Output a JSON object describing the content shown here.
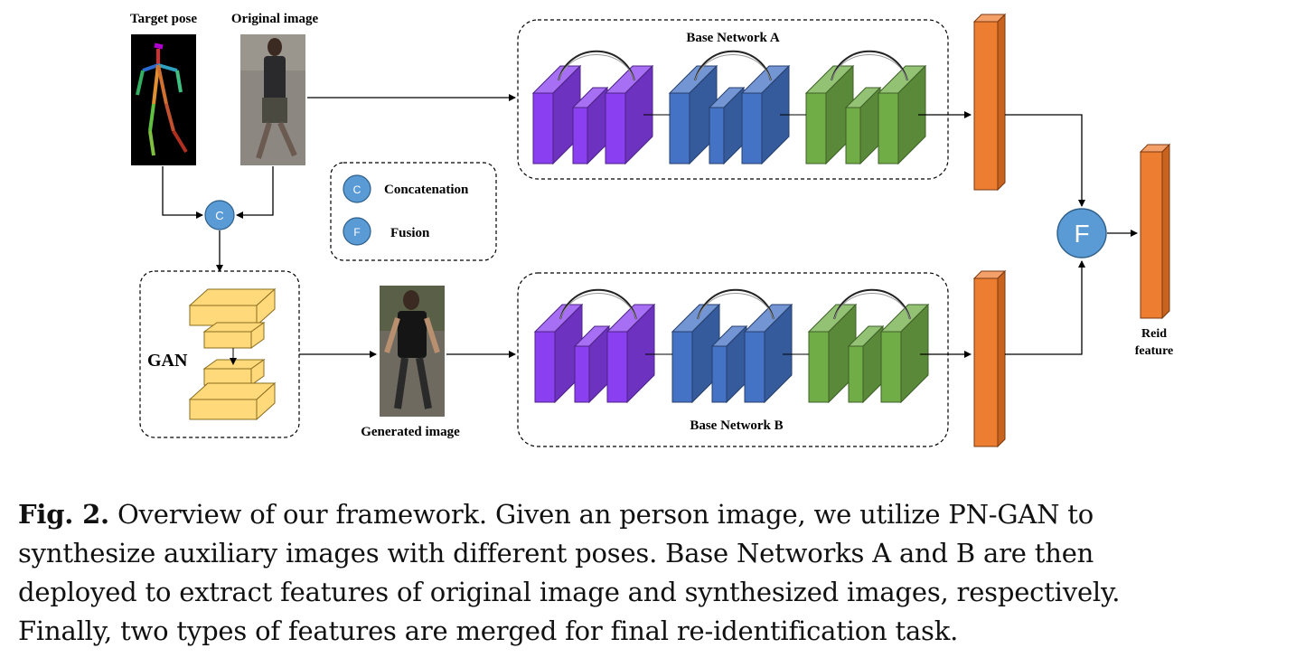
{
  "labels": {
    "target_pose": "Target pose",
    "original_image": "Original image",
    "base_network_a": "Base Network A",
    "base_network_b": "Base Network B",
    "gan": "GAN",
    "generated_image": "Generated image",
    "reid_line1": "Reid",
    "reid_line2": "feature"
  },
  "legend": {
    "concat_symbol": "C",
    "concat_label": "Concatenation",
    "fusion_symbol": "F",
    "fusion_label": "Fusion"
  },
  "nodes": {
    "concat_symbol": "C",
    "fusion_symbol": "F"
  },
  "colors": {
    "purple": "#8a3ff0",
    "blue": "#4472c4",
    "green": "#70ad47",
    "orange": "#ed7d31",
    "gan_yellow": "#ffd97a",
    "node_blue": "#5b9bd5"
  },
  "caption": {
    "fig_label": "Fig. 2.",
    "line1": "Overview of our framework. Given an person image, we utilize PN-GAN to",
    "line2": "synthesize auxiliary images with different poses. Base Networks A and B are then",
    "line3": "deployed to extract features of original image and synthesized images, respectively.",
    "line4": "Finally, two types of features are merged for final re-identification task."
  }
}
